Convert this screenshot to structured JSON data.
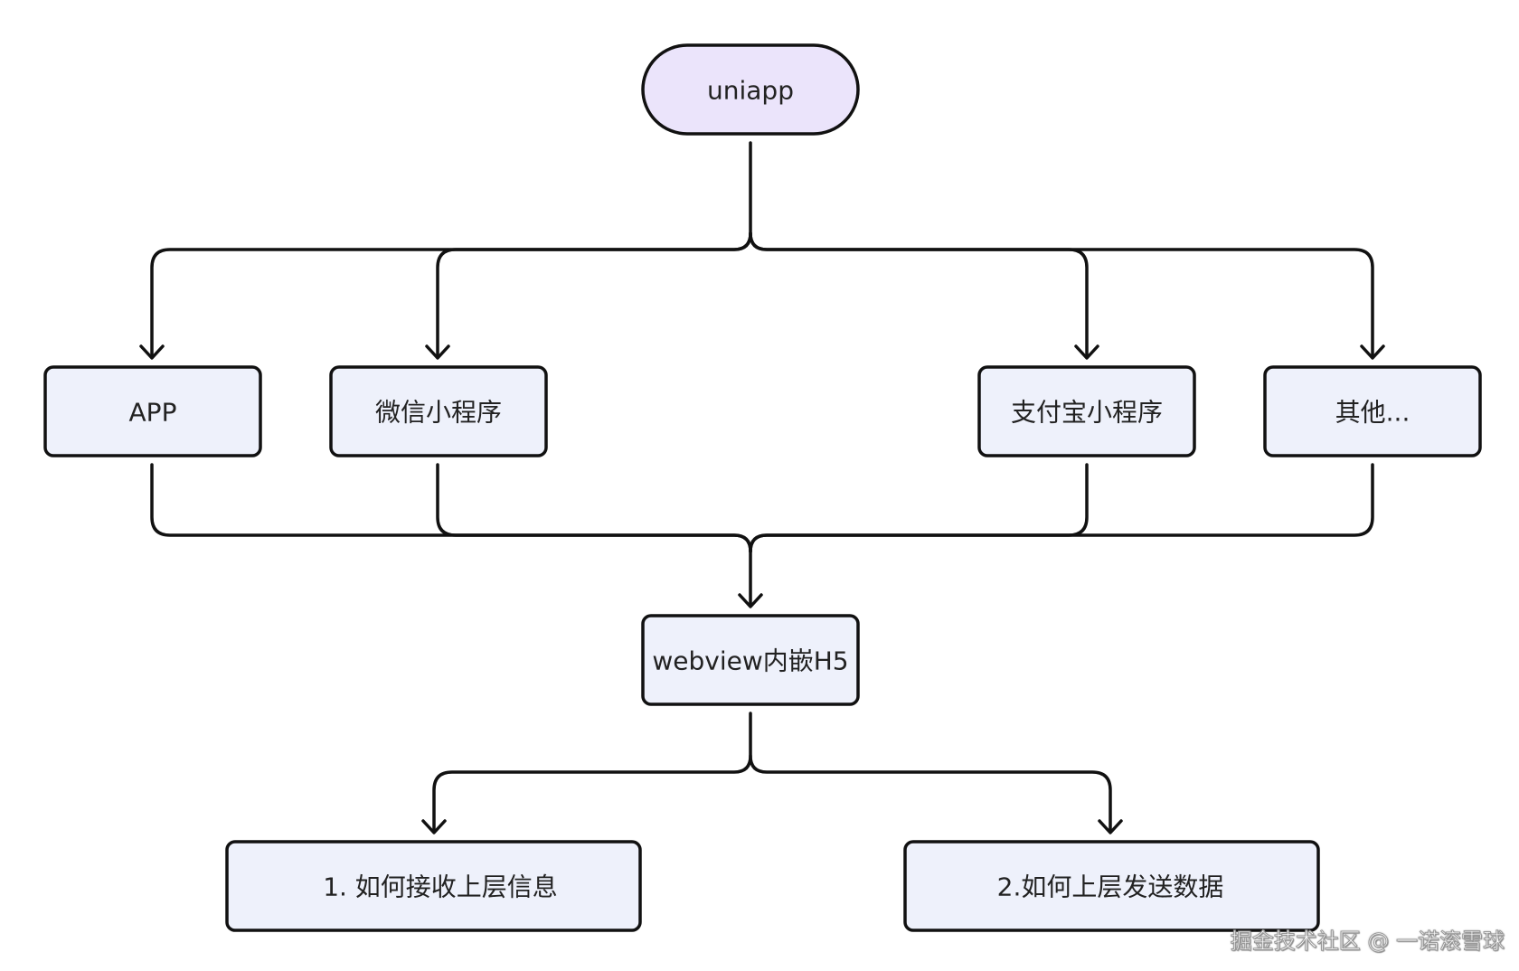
{
  "nodes": {
    "uniapp": "uniapp",
    "app": "APP",
    "wechat": "微信小程序",
    "alipay": "支付宝小程序",
    "other": "其他...",
    "webview": "webview内嵌H5",
    "receive": "1. 如何接收上层信息",
    "send": "2.如何上层发送数据"
  },
  "colors": {
    "terminal_fill": "#ebe4fb",
    "box_fill": "#eef1fb",
    "stroke": "#111111"
  },
  "watermark": "掘金技术社区 @ 一诺滚雪球"
}
